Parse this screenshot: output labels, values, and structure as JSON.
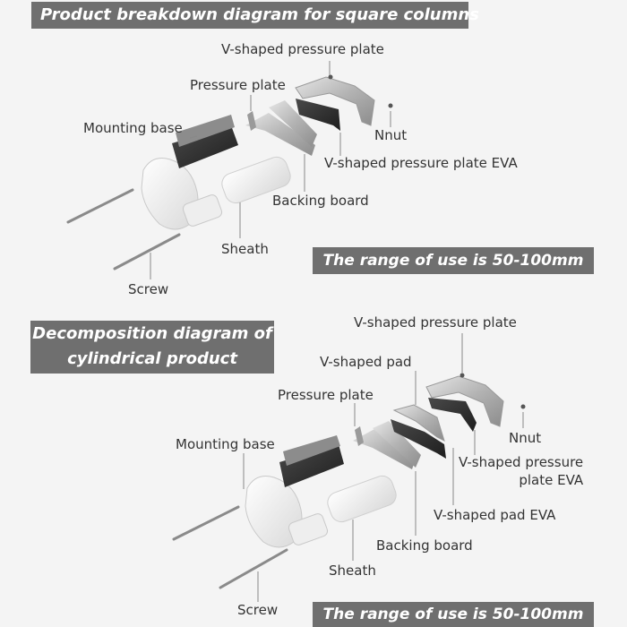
{
  "section_square": {
    "title": "Product breakdown diagram for square columns",
    "labels": {
      "v_plate": "V-shaped pressure plate",
      "pressure_plate": "Pressure plate",
      "mounting_base": "Mounting base",
      "nnut": "Nnut",
      "v_plate_eva": "V-shaped pressure plate EVA",
      "backing_board": "Backing board",
      "sheath": "Sheath",
      "screw": "Screw"
    },
    "range": "The range of use is 50-100mm"
  },
  "section_cylinder": {
    "title_line1": "Decomposition diagram of",
    "title_line2": "cylindrical product",
    "labels": {
      "v_plate": "V-shaped pressure plate",
      "v_pad": "V-shaped pad",
      "pressure_plate": "Pressure plate",
      "mounting_base": "Mounting base",
      "nnut": "Nnut",
      "v_plate_eva_line1": "V-shaped pressure",
      "v_plate_eva_line2": "plate EVA",
      "v_pad_eva": "V-shaped pad EVA",
      "backing_board": "Backing board",
      "sheath": "Sheath",
      "screw": "Screw"
    },
    "range": "The range of use is 50-100mm"
  },
  "colors": {
    "banner": "#6f6f6f",
    "banner_text": "#ffffff",
    "label_text": "#333333",
    "background": "#f4f4f4",
    "metal": "#b9b9b9",
    "dark_pad": "#2f2f2f",
    "white_part": "#f7f7f7"
  }
}
